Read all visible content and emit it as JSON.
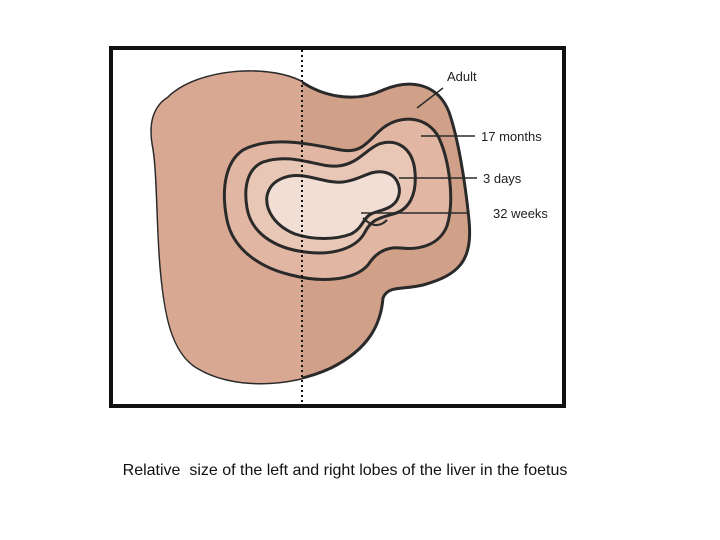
{
  "diagram": {
    "labels": {
      "adult": "Adult",
      "months17": "17 months",
      "days3": "3 days",
      "weeks32": "32 weeks"
    },
    "colors": {
      "adult_left": "#d9a893",
      "adult_right": "#d0a088",
      "months17": "#e1b6a2",
      "days3": "#e8c7b6",
      "weeks32": "#f1dfd5",
      "outline": "#2a2a2a",
      "midline": "#111111"
    }
  },
  "caption": "Relative  size of the left and right lobes of the liver in the foetus"
}
